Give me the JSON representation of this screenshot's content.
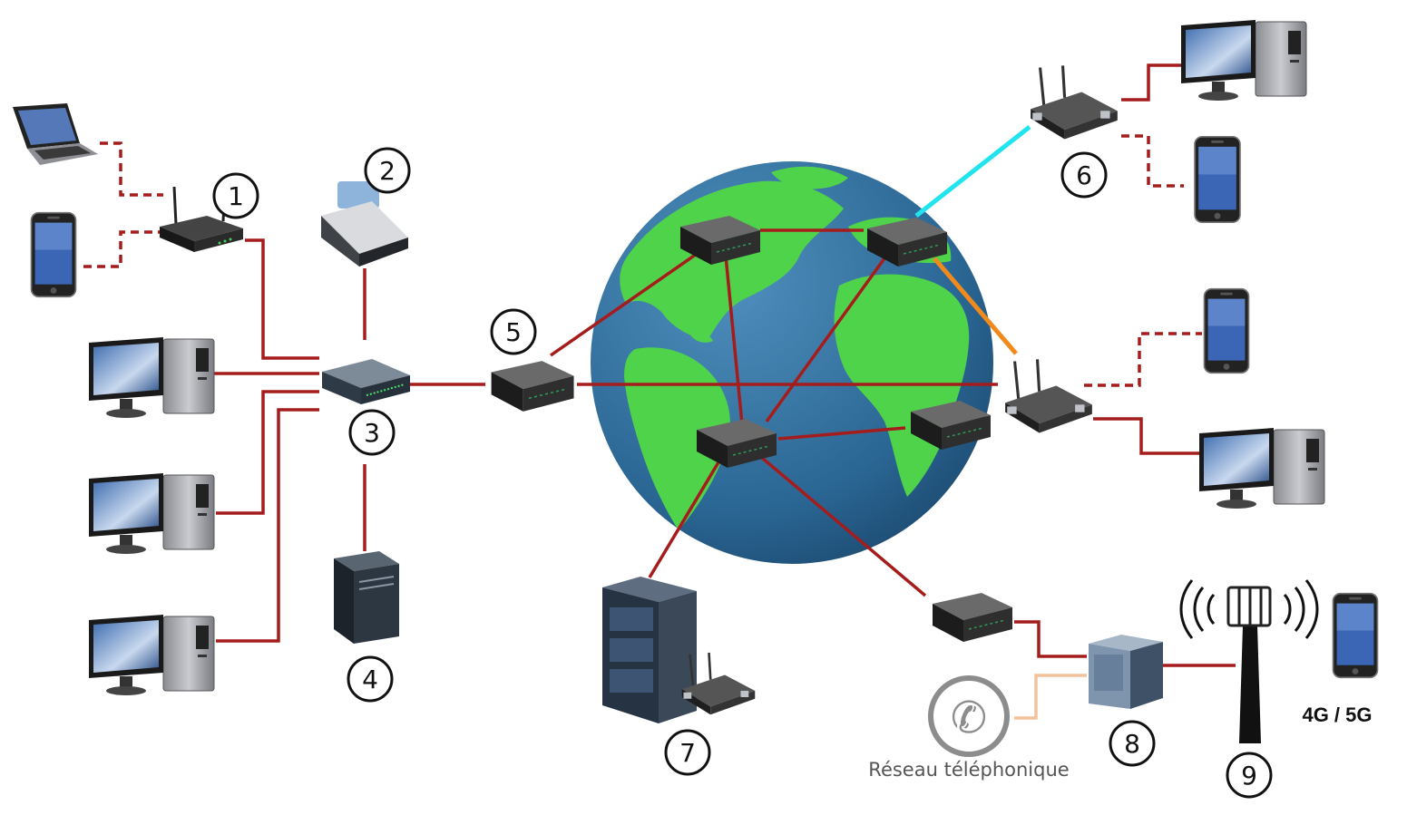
{
  "badges": [
    "1",
    "2",
    "3",
    "4",
    "5",
    "6",
    "7",
    "8",
    "9"
  ],
  "labels": {
    "phone_network": "Réseau téléphonique",
    "mobile_gen": "4G / 5G"
  },
  "colors": {
    "wired": "#a51c1c",
    "wireless_dashed": "#a51c1c",
    "fiber_cyan": "#22e4ee",
    "link_orange": "#f08a1c",
    "phone_line": "#f3c29a",
    "ocean": "#2f6f9e",
    "land": "#4fd34a"
  }
}
